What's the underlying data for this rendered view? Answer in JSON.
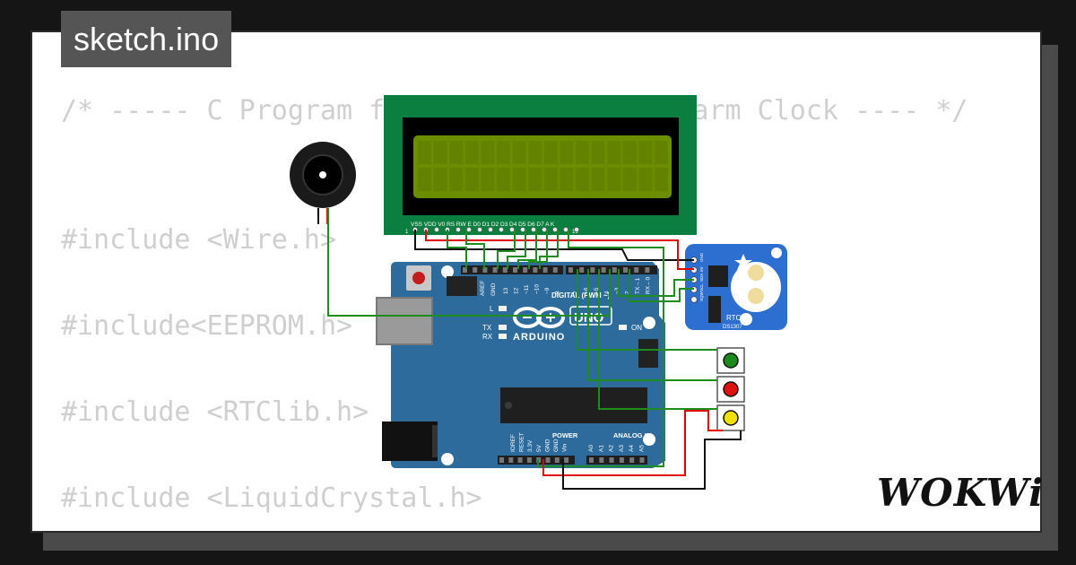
{
  "file_tab": {
    "label": "sketch.ino"
  },
  "code_lines": [
    "/* ----- C Program for Arduino based Alarm Clock ---- */",
    "#include <Wire.h>",
    "#include<EEPROM.h>",
    "#include <RTClib.h>",
    "#include <LiquidCrystal.h>"
  ],
  "brand": {
    "logo": "WOKWi"
  },
  "lcd": {
    "pin_labels": "VSS VDD V0 RS RW E D0 D1 D2 D3 D4 D5 D6 D7 A K",
    "pin_start": "1",
    "pin_end": "16"
  },
  "arduino": {
    "brand_text": "ARDUINO",
    "model_text": "UNO",
    "digital_header": "DIGITAL (PWM ~)",
    "power_header": "POWER",
    "analog_header": "ANALOG IN",
    "on_label": "ON",
    "l_label": "L",
    "tx_label": "TX",
    "rx_label": "RX",
    "aref": "AREF",
    "gnd": "GND",
    "digital_pins": [
      "13",
      "12",
      "~11",
      "~10",
      "~9",
      "8",
      "7",
      "~6",
      "~5",
      "4",
      "~3",
      "2",
      "TX→1",
      "RX←0"
    ],
    "power_pins": [
      "IOREF",
      "RESET",
      "3.3V",
      "5V",
      "GND",
      "GND",
      "Vin"
    ],
    "analog_pins": [
      "A0",
      "A1",
      "A2",
      "A3",
      "A4",
      "A5"
    ]
  },
  "rtc": {
    "label": "RTC",
    "chip": "DS1307",
    "pins": [
      "GND",
      "5V",
      "SDA",
      "SCL",
      "SQW"
    ]
  },
  "colors": {
    "background": "#151515",
    "card": "#ffffff",
    "tab": "#555555",
    "code": "#cfcfcf",
    "lcd_pcb": "#0b7f3f",
    "lcd_screen": "#6b8d00",
    "arduino_board": "#2c6b9c",
    "rtc_board": "#2d6fd1",
    "wire_red": "#e00000",
    "wire_green": "#1e8c1e",
    "wire_black": "#111111"
  }
}
